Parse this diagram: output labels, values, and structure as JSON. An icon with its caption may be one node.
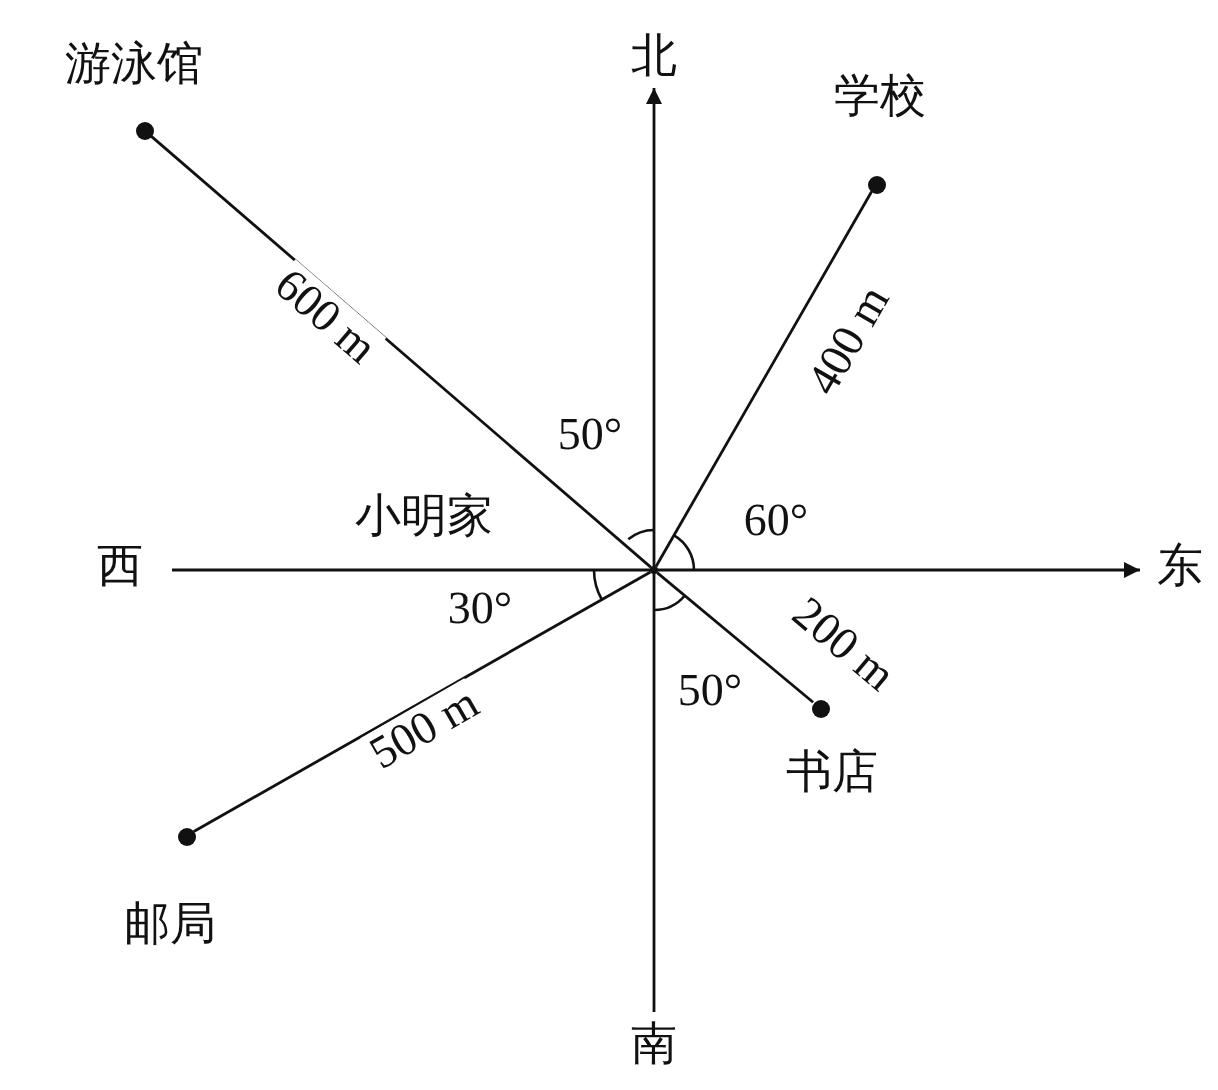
{
  "diagram": {
    "nodes": [
      {
        "text": [],
        "shape": "circle",
        "beside": [
          "小明家"
        ]
      },
      {
        "text": [],
        "shape": "circle",
        "beside": [
          "游泳馆"
        ]
      },
      {
        "text": [],
        "shape": "circle",
        "beside": [
          "学校"
        ]
      },
      {
        "text": [],
        "shape": "circle",
        "beside": [
          "书店"
        ]
      },
      {
        "text": [],
        "shape": "circle",
        "beside": [
          "邮局"
        ]
      }
    ],
    "edges": [
      {
        "from": 0,
        "to": 1,
        "arrow": "none",
        "label": "600 m"
      },
      {
        "from": 0,
        "to": 2,
        "arrow": "none",
        "label": "400 m"
      },
      {
        "from": 0,
        "to": 3,
        "arrow": "none",
        "label": "200 m"
      },
      {
        "from": 0,
        "to": 4,
        "arrow": "none",
        "label": "500 m"
      }
    ],
    "labels": [
      "北",
      "50°",
      "60°",
      "西",
      "东",
      "30°",
      "50°",
      "南"
    ]
  }
}
